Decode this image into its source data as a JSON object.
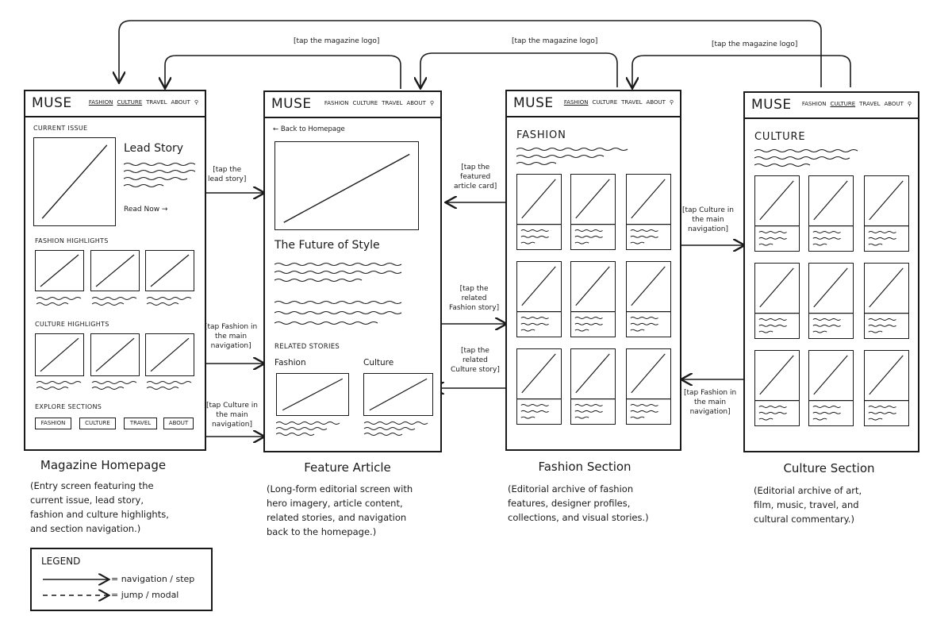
{
  "screens": {
    "homepage": {
      "logo": "MUSE",
      "nav": [
        "FASHION",
        "CULTURE",
        "TRAVEL",
        "ABOUT"
      ],
      "current_issue": "CURRENT ISSUE",
      "lead_story": "Lead Story",
      "read_now": "Read Now →",
      "fashion_highlights": "FASHION HIGHLIGHTS",
      "culture_highlights": "CULTURE HIGHLIGHTS",
      "explore_sections": "EXPLORE SECTIONS",
      "section_buttons": [
        "FASHION",
        "CULTURE",
        "TRAVEL",
        "ABOUT"
      ],
      "title": "Magazine Homepage",
      "description": [
        "(Entry screen featuring the",
        "current issue, lead story,",
        "fashion and culture highlights,",
        "and section navigation.)"
      ]
    },
    "article": {
      "logo": "MUSE",
      "nav": [
        "FASHION",
        "CULTURE",
        "TRAVEL",
        "ABOUT"
      ],
      "back": "← Back to Homepage",
      "headline": "The Future of Style",
      "related_stories": "RELATED STORIES",
      "related_fashion": "Fashion",
      "related_culture": "Culture",
      "title": "Feature Article",
      "description": [
        "(Long-form editorial screen with",
        "hero imagery, article content,",
        "related stories, and navigation",
        "back to the homepage.)"
      ]
    },
    "fashion": {
      "logo": "MUSE",
      "nav": [
        "FASHION",
        "CULTURE",
        "TRAVEL",
        "ABOUT"
      ],
      "heading": "FASHION",
      "title": "Fashion Section",
      "description": [
        "(Editorial archive of fashion",
        "features, designer profiles,",
        "collections, and visual stories.)"
      ]
    },
    "culture": {
      "logo": "MUSE",
      "nav": [
        "FASHION",
        "CULTURE",
        "TRAVEL",
        "ABOUT"
      ],
      "heading": "CULTURE",
      "title": "Culture Section",
      "description": [
        "(Editorial archive of art,",
        "film, music, travel, and",
        "cultural commentary.)"
      ]
    }
  },
  "annotations": {
    "logo_top_1": "[tap the magazine logo]",
    "logo_top_2": "[tap the magazine logo]",
    "logo_top_3": "[tap the magazine logo]",
    "lead_story": [
      "[tap the",
      "lead story]"
    ],
    "home_fashion_nav": [
      "[tap Fashion in",
      "the main",
      "navigation]"
    ],
    "home_culture_nav": [
      "[tap Culture in",
      "the main",
      "navigation]"
    ],
    "featured_card": [
      "[tap the",
      "featured",
      "article card]"
    ],
    "related_fashion": [
      "[tap the",
      "related",
      "Fashion story]"
    ],
    "related_culture": [
      "[tap the",
      "related",
      "Culture story]"
    ],
    "fashion_to_culture": [
      "[tap Culture in",
      "the main",
      "navigation]"
    ],
    "culture_to_fashion": [
      "[tap Fashion in",
      "the main",
      "navigation]"
    ]
  },
  "legend": {
    "title": "LEGEND",
    "solid": "= navigation / step",
    "dashed": "= jump / modal"
  }
}
